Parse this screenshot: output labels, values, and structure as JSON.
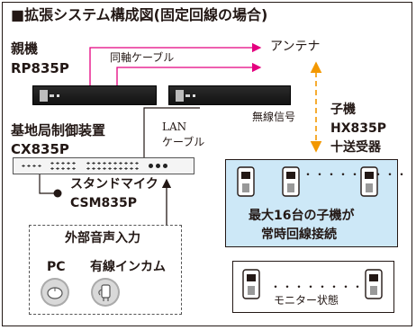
{
  "title": "■拡張システム構成図(固定回線の場合)",
  "parent_unit": {
    "label": "親機",
    "model": "RP835P"
  },
  "coax_label": "同軸ケーブル",
  "antenna_label": "アンテナ",
  "wireless_label": "無線信号",
  "control_unit": {
    "label": "基地局制御装置",
    "model": "CX835P"
  },
  "lan_label": "LAN",
  "cable_label": "ケーブル",
  "handset_unit": {
    "label": "子機",
    "model": "HX835P",
    "suffix": "十送受器"
  },
  "microphone": {
    "label": "スタンドマイク",
    "model": "CSM835P"
  },
  "subunit_caption_line1": "最大16台の子機が",
  "subunit_caption_line2": "常時回線接続",
  "monitor_caption": "モニター状態",
  "external_audio": {
    "label": "外部音声入力",
    "pc_label": "PC",
    "intercom_label": "有線インカム"
  },
  "colors": {
    "coax": "#e4007f",
    "wireless": "#f39800",
    "subunit_bg": "#cde8f7",
    "ink": "#231815"
  }
}
